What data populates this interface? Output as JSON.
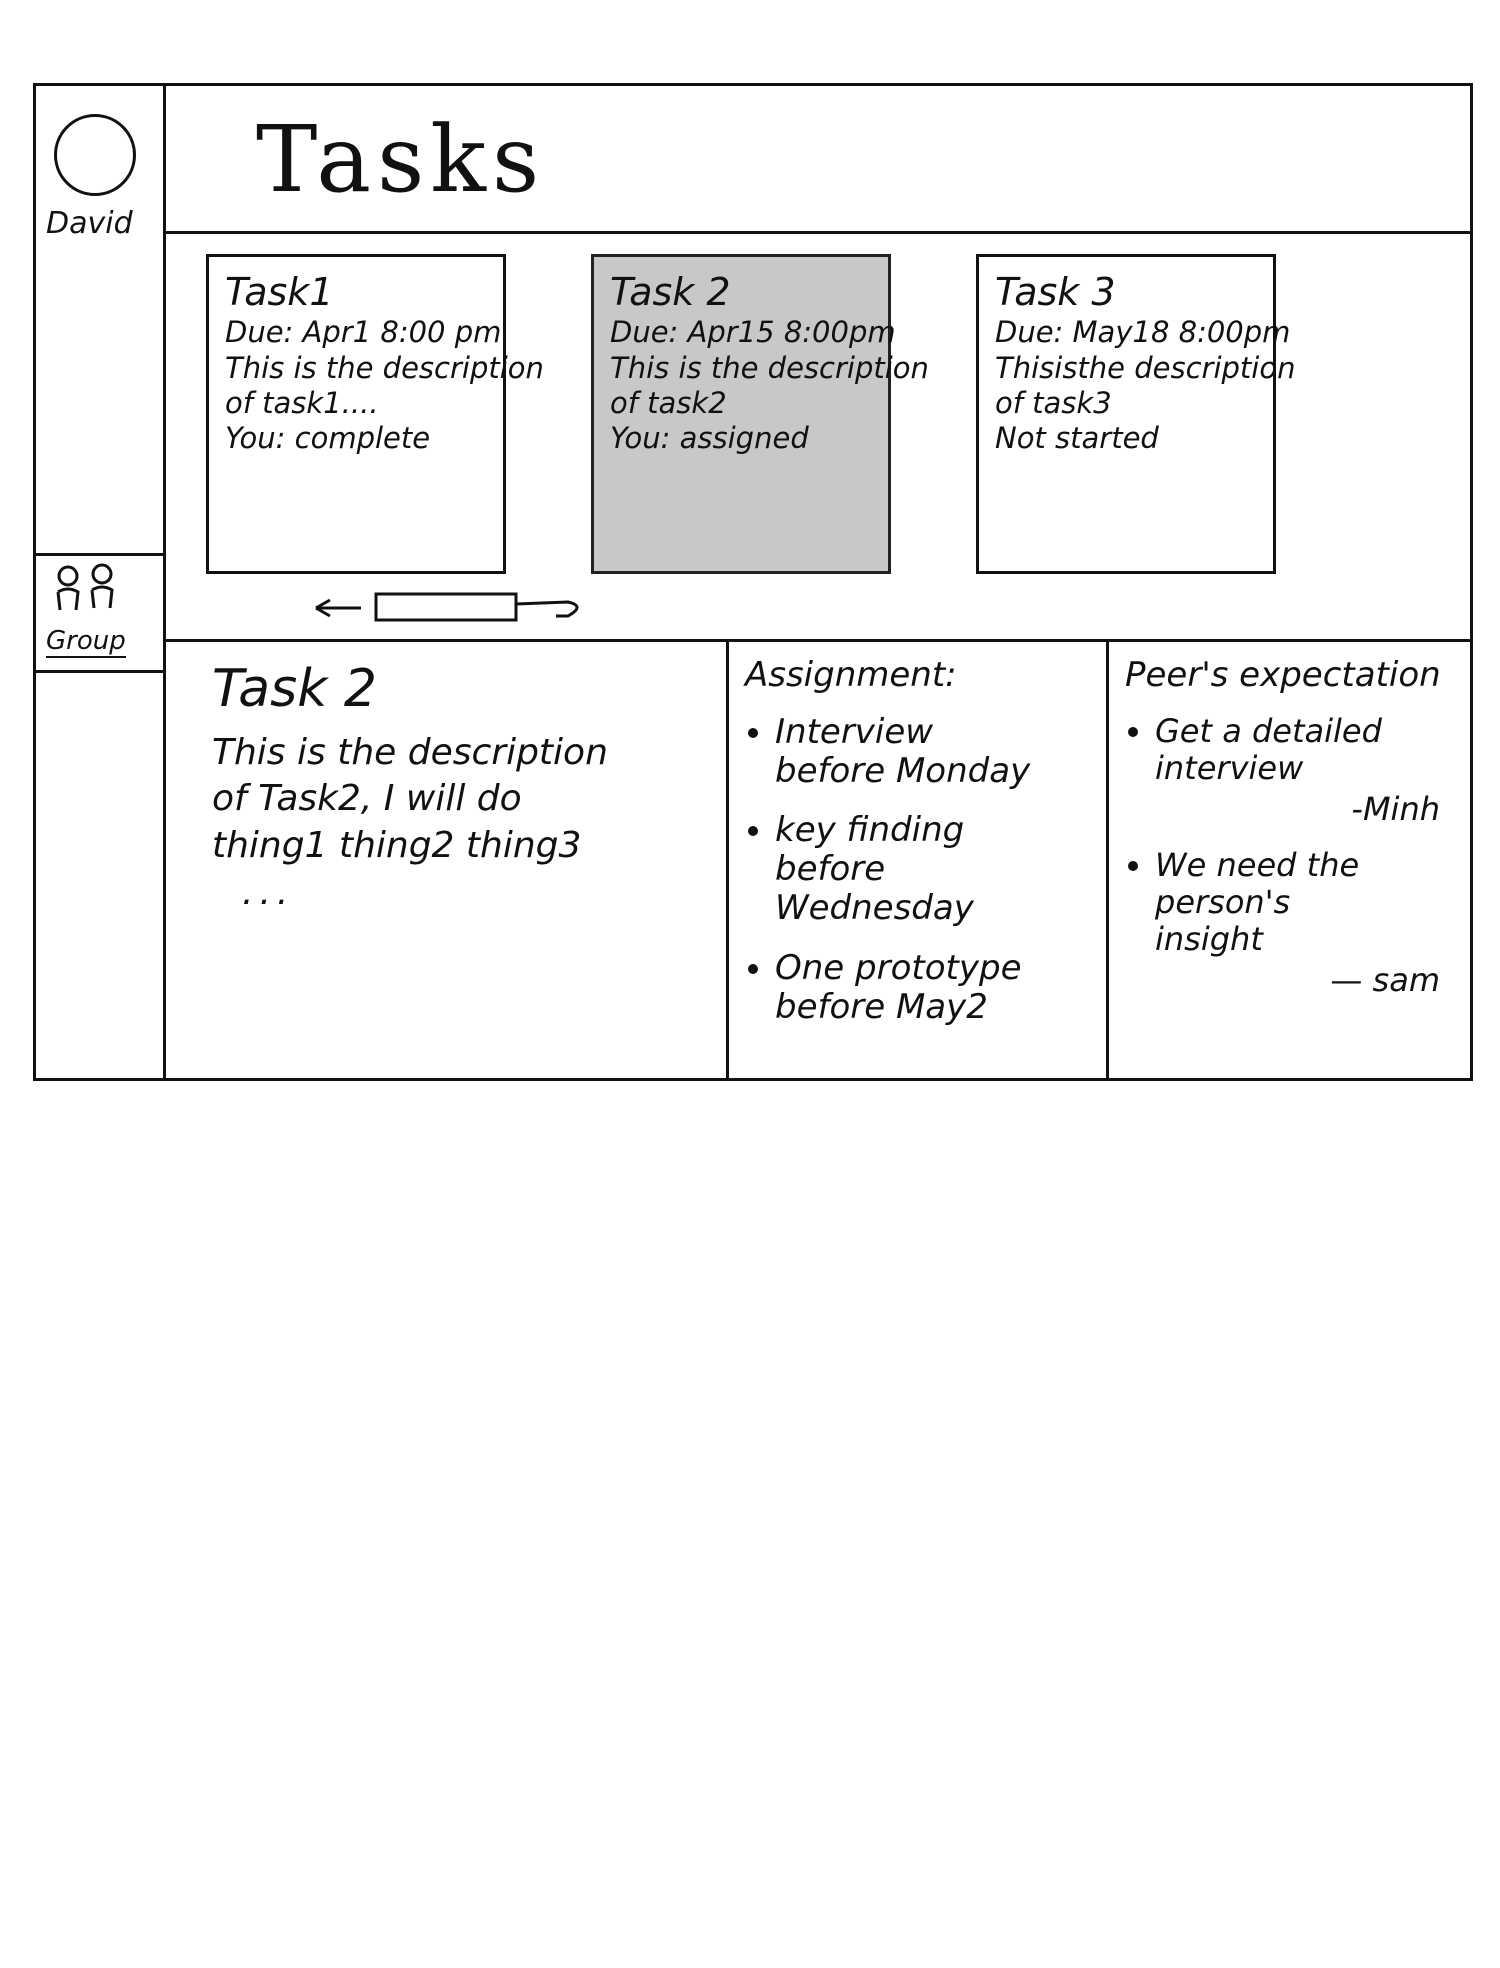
{
  "sidebar": {
    "profile_name": "David",
    "group_label": "Group"
  },
  "header": {
    "title": "Tasks"
  },
  "cards": [
    {
      "title": "Task1",
      "due": "Due: Apr1 8:00 pm",
      "desc_line1": "This is the description",
      "desc_line2": "of task1....",
      "status": "You: complete"
    },
    {
      "title": "Task 2",
      "due": "Due: Apr15 8:00pm",
      "desc_line1": "This is the description",
      "desc_line2": "of task2",
      "status": "You: assigned"
    },
    {
      "title": "Task 3",
      "due": "Due: May18 8:00pm",
      "desc_line1": "Thisisthe description",
      "desc_line2": "of task3",
      "status": "Not started"
    }
  ],
  "detail": {
    "title": "Task 2",
    "desc_line1": "This is the description",
    "desc_line2": "of Task2, I will do",
    "desc_line3": "thing1 thing2 thing3",
    "ellipsis": "...",
    "assignment": {
      "heading": "Assignment:",
      "items": [
        {
          "line1": "Interview",
          "line2": "before Monday"
        },
        {
          "line1": "key finding",
          "line2": "before Wednesday"
        },
        {
          "line1": "One prototype",
          "line2": "before May2"
        }
      ]
    },
    "peer": {
      "heading": "Peer's expectation",
      "items": [
        {
          "line1": "Get a detailed",
          "line2": "interview",
          "author": "-Minh"
        },
        {
          "line1": "We need the person's",
          "line2": "insight",
          "author": "— sam"
        }
      ]
    }
  },
  "colors": {
    "selected_card": "#c8c8c8",
    "ink": "#111111"
  },
  "icons": {
    "profile": "avatar-circle",
    "group": "group-people-icon",
    "scroll": "horizontal-scrollbar"
  }
}
